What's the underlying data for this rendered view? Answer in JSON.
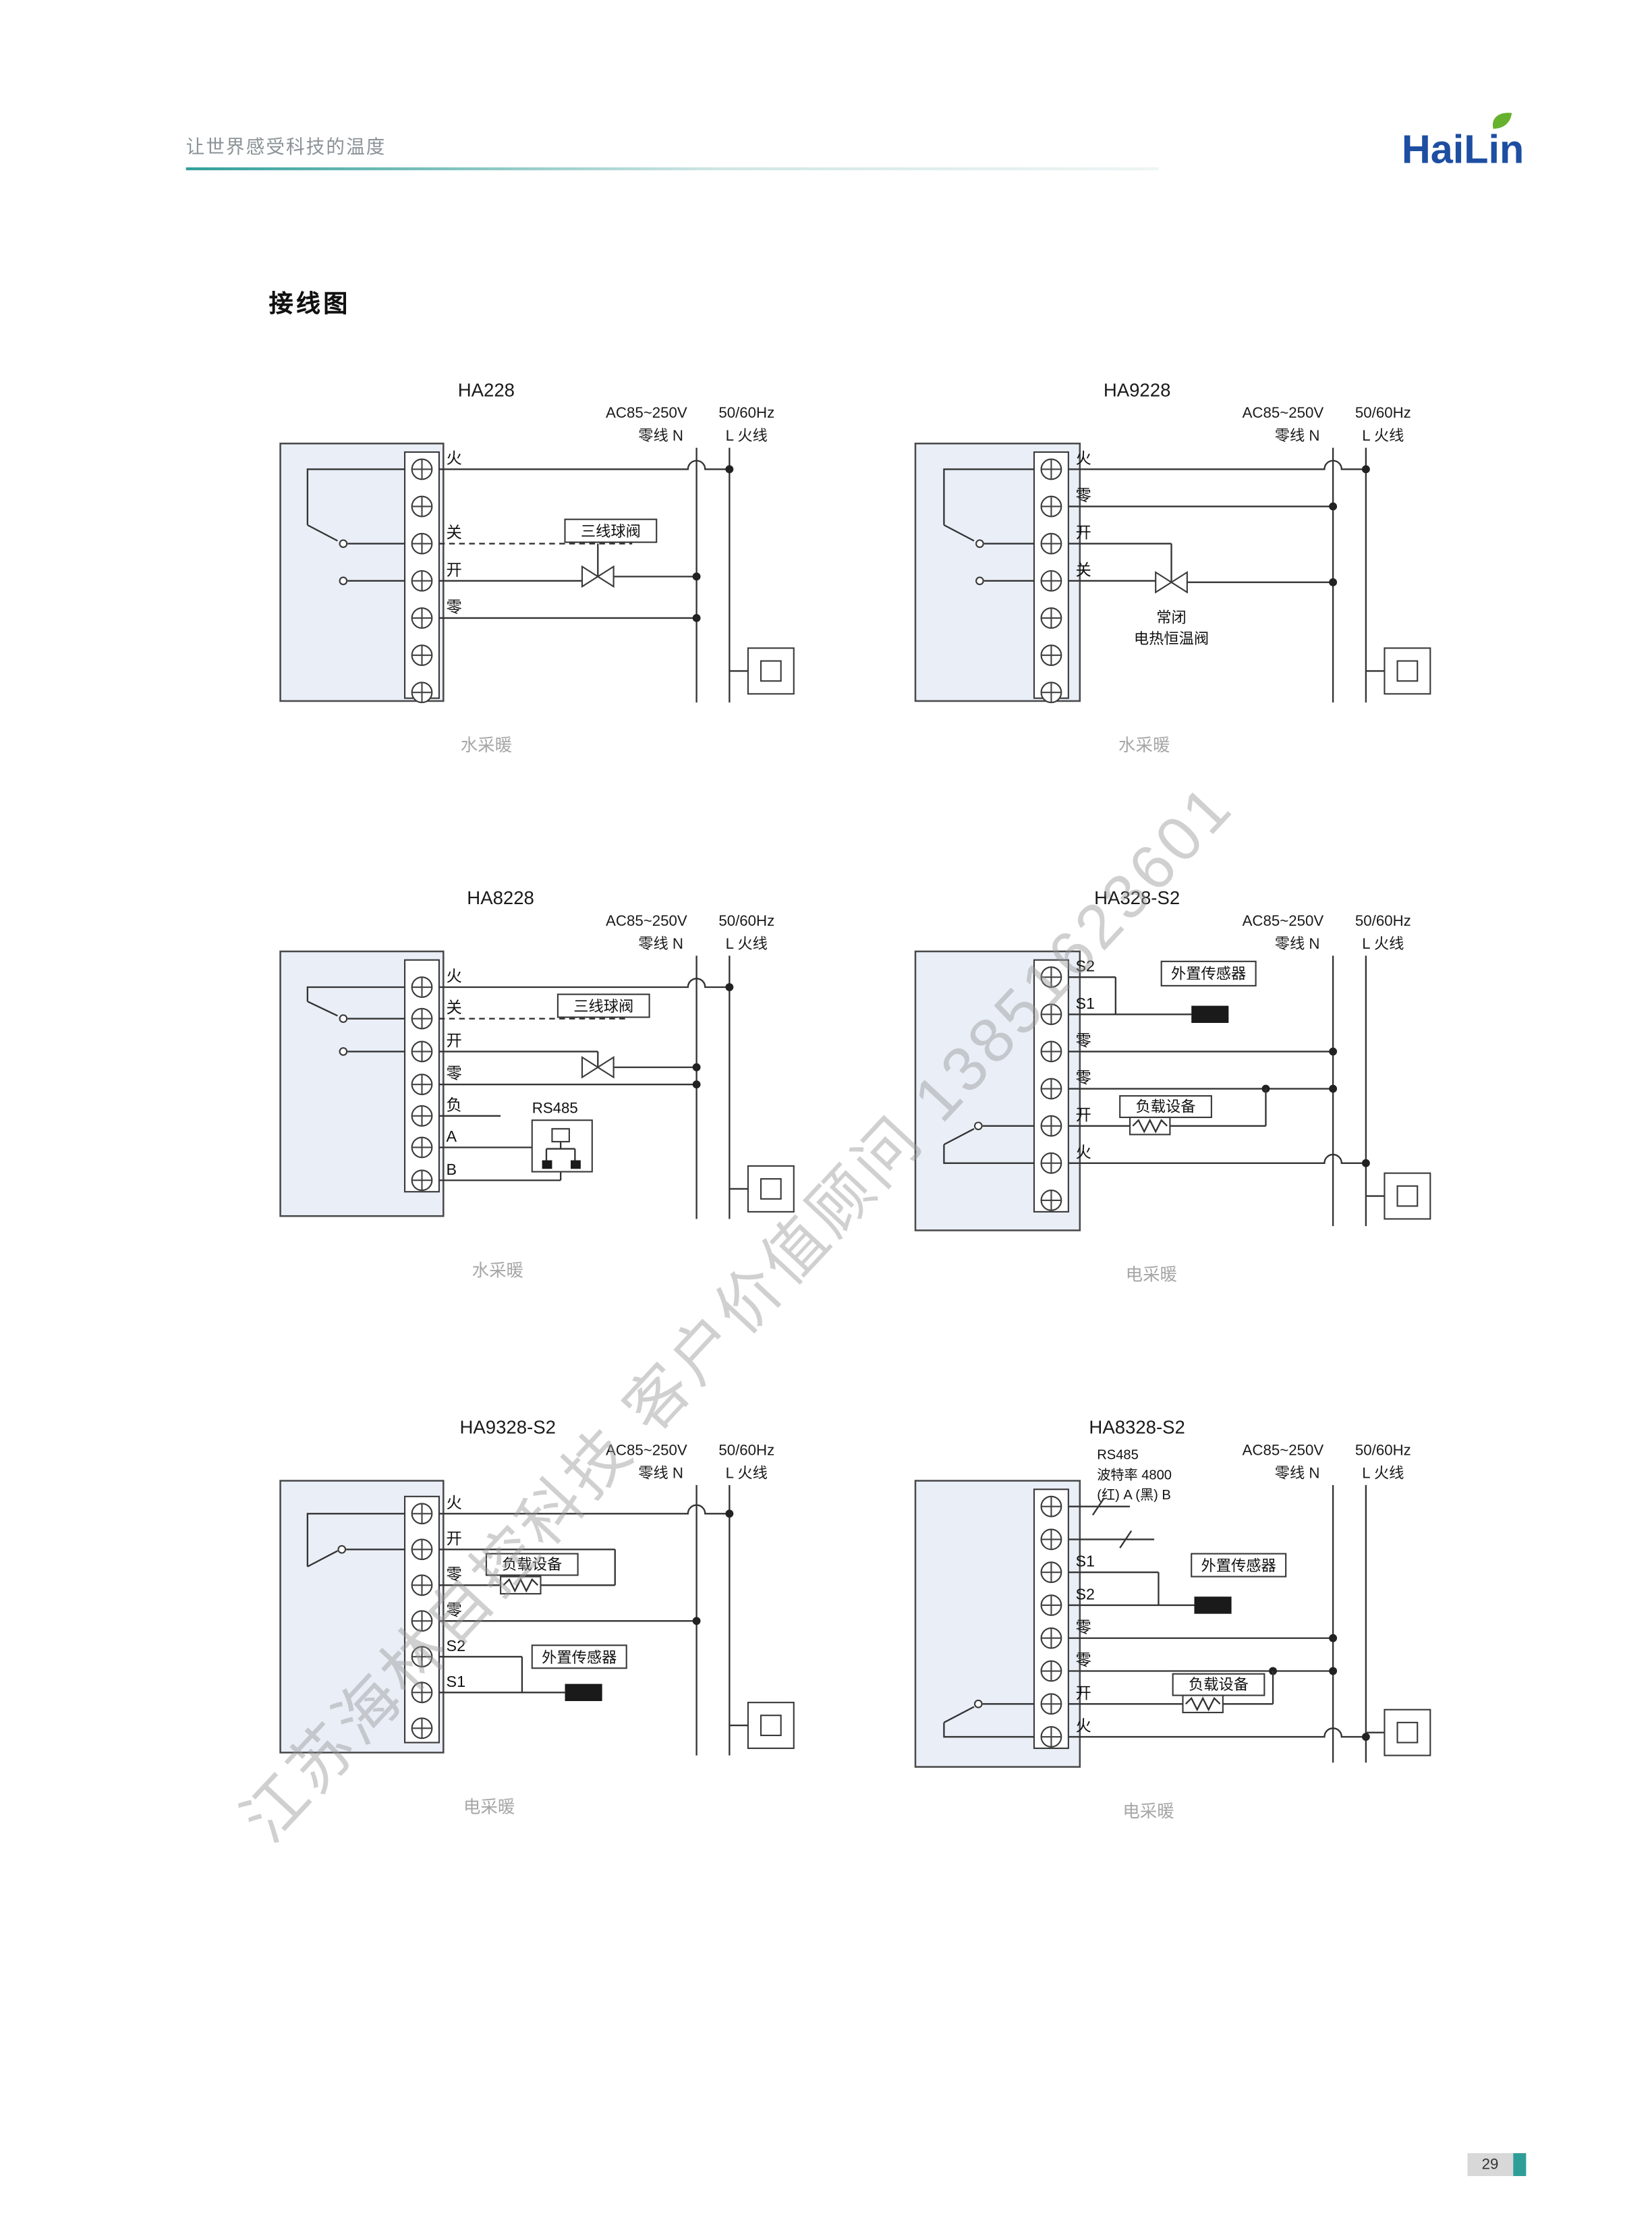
{
  "header": {
    "tagline": "让世界感受科技的温度",
    "logo": "HaiLin"
  },
  "page_title": "接线图",
  "watermark": "江苏海林自控科技 客户价值顾问 13851623601",
  "page_number": "29",
  "power": {
    "voltage": "AC85~250V",
    "frequency": "50/60Hz",
    "neutral": "零线 N",
    "live": "L 火线"
  },
  "diagrams": [
    {
      "model": "HA228",
      "caption": "水采暖",
      "terminals": [
        "火",
        "关",
        "开",
        "零"
      ],
      "valve": "三线球阀"
    },
    {
      "model": "HA9228",
      "caption": "水采暖",
      "terminals": [
        "火",
        "零",
        "开",
        "关"
      ],
      "valve_line1": "常闭",
      "valve_line2": "电热恒温阀"
    },
    {
      "model": "HA8228",
      "caption": "水采暖",
      "terminals": [
        "火",
        "关",
        "开",
        "零",
        "负",
        "A",
        "B"
      ],
      "valve": "三线球阀",
      "rs485": "RS485"
    },
    {
      "model": "HA328-S2",
      "caption": "电采暖",
      "terminals": [
        "S2",
        "S1",
        "零",
        "零",
        "开",
        "火"
      ],
      "sensor": "外置传感器",
      "load": "负载设备"
    },
    {
      "model": "HA9328-S2",
      "caption": "电采暖",
      "terminals": [
        "火",
        "开",
        "零",
        "零",
        "S2",
        "S1"
      ],
      "load": "负载设备",
      "sensor": "外置传感器"
    },
    {
      "model": "HA8328-S2",
      "caption": "电采暖",
      "terminals": [
        "S1",
        "S2",
        "零",
        "零",
        "开",
        "火"
      ],
      "rs485_line1": "RS485",
      "rs485_line2": "波特率 4800",
      "rs485_line3": "(红) A (黑) B",
      "sensor": "外置传感器",
      "load": "负载设备"
    }
  ]
}
